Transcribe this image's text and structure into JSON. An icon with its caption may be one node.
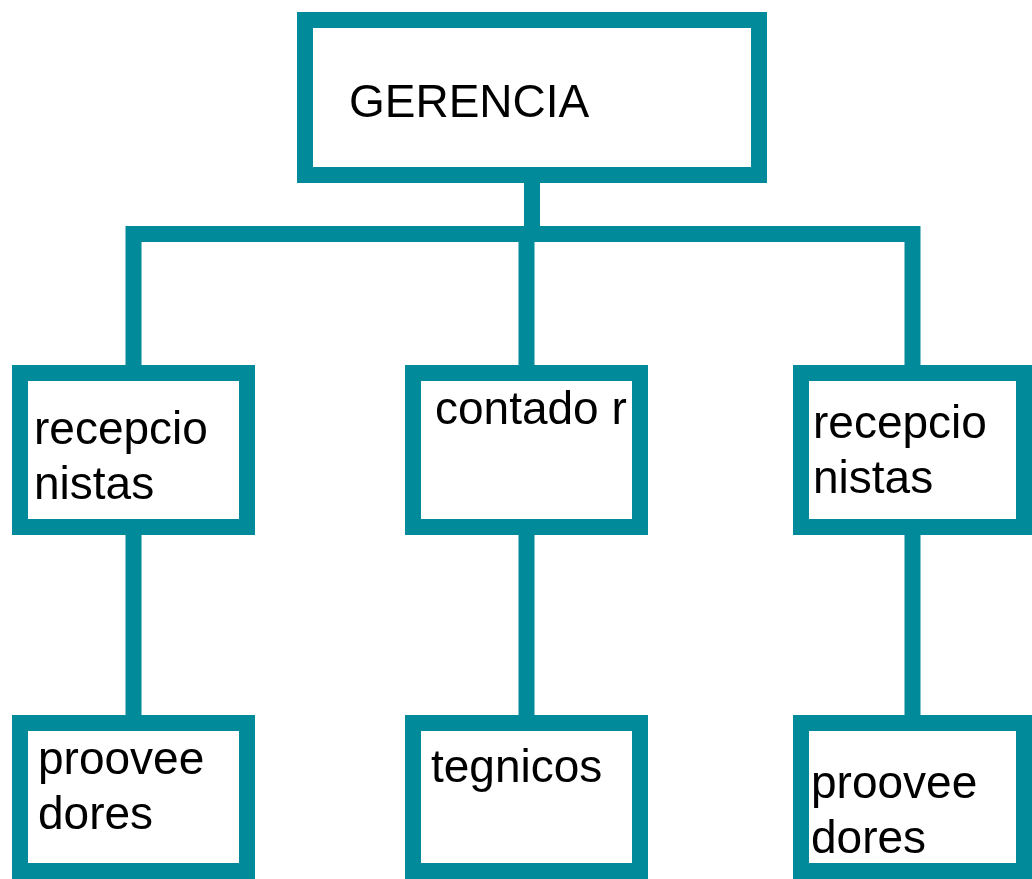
{
  "diagram": {
    "nodes": [
      {
        "text": [
          "GERENCIA"
        ]
      },
      {
        "text": [
          "recepcio nistas"
        ]
      },
      {
        "text": [
          "contado r"
        ]
      },
      {
        "text": [
          "recepcio nistas"
        ]
      },
      {
        "text": [
          "proovee dores"
        ]
      },
      {
        "text": [
          "tegnicos"
        ]
      },
      {
        "text": [
          "proovee dores"
        ]
      }
    ],
    "edges": [
      {
        "from": 0,
        "to": 1,
        "arrow": "none"
      },
      {
        "from": 0,
        "to": 2,
        "arrow": "none"
      },
      {
        "from": 0,
        "to": 3,
        "arrow": "none"
      },
      {
        "from": 1,
        "to": 4,
        "arrow": "none"
      },
      {
        "from": 2,
        "to": 5,
        "arrow": "none"
      },
      {
        "from": 3,
        "to": 6,
        "arrow": "none"
      }
    ]
  }
}
